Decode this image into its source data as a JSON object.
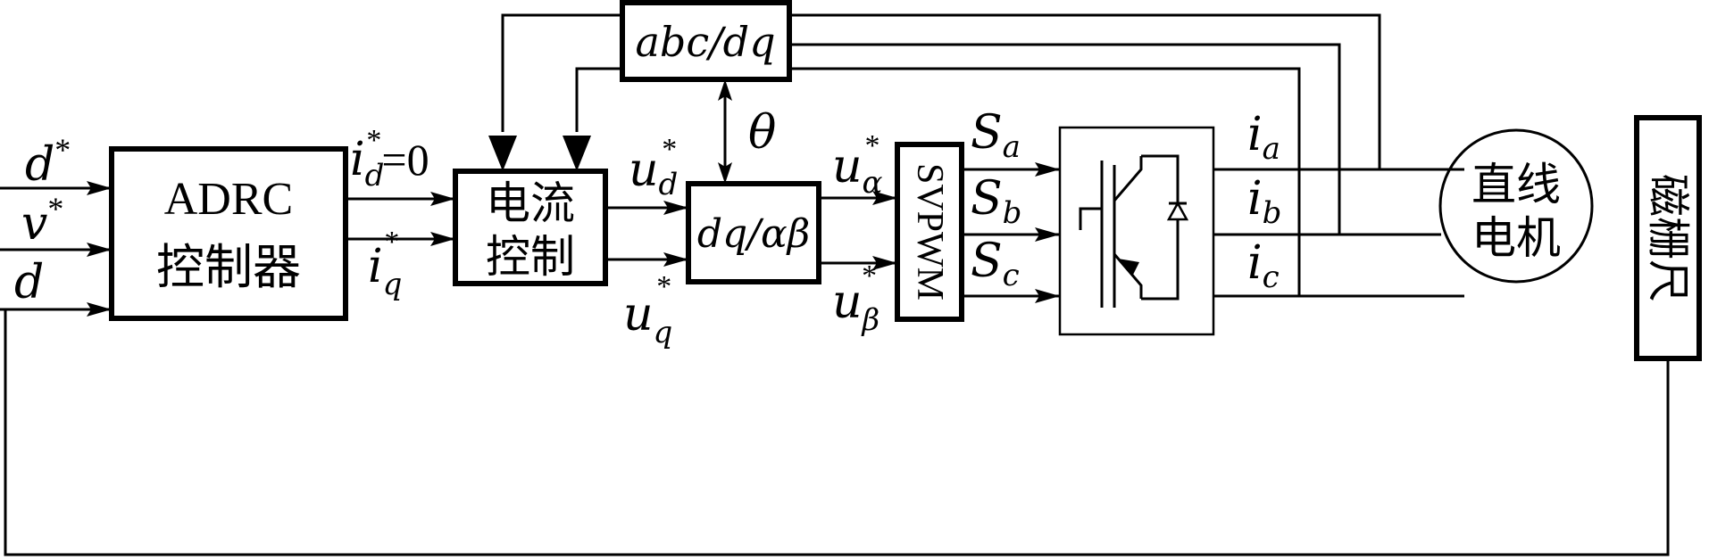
{
  "blocks": {
    "adrc_line1": "ADRC",
    "adrc_line2": "控制器",
    "current_line1": "电流",
    "current_line2": "控制",
    "abc_dq": "abc/dq",
    "dq_ab": "dq/αβ",
    "svpwm": "SVPWM",
    "motor_line1": "直线",
    "motor_line2": "电机",
    "grating": "磁栅尺"
  },
  "signals": {
    "d_star_base": "d",
    "d_star_sup": "*",
    "v_star_base": "v",
    "v_star_sup": "*",
    "d_base": "d",
    "id_base": "i",
    "id_sub": "d",
    "id_sup": "*",
    "id_eq": "=0",
    "iq_base": "i",
    "iq_sub": "q",
    "iq_sup": "*",
    "ud_base": "u",
    "ud_sub": "d",
    "ud_sup": "*",
    "uq_base": "u",
    "uq_sub": "q",
    "uq_sup": "*",
    "theta": "θ",
    "ualpha_base": "u",
    "ualpha_sub": "α",
    "ualpha_sup": "*",
    "ubeta_base": "u",
    "ubeta_sub": "β",
    "ubeta_sup": "*",
    "sa_base": "S",
    "sa_sub": "a",
    "sb_base": "S",
    "sb_sub": "b",
    "sc_base": "S",
    "sc_sub": "c",
    "ia_base": "i",
    "ia_sub": "a",
    "ib_base": "i",
    "ib_sub": "b",
    "ic_base": "i",
    "ic_sub": "c"
  }
}
